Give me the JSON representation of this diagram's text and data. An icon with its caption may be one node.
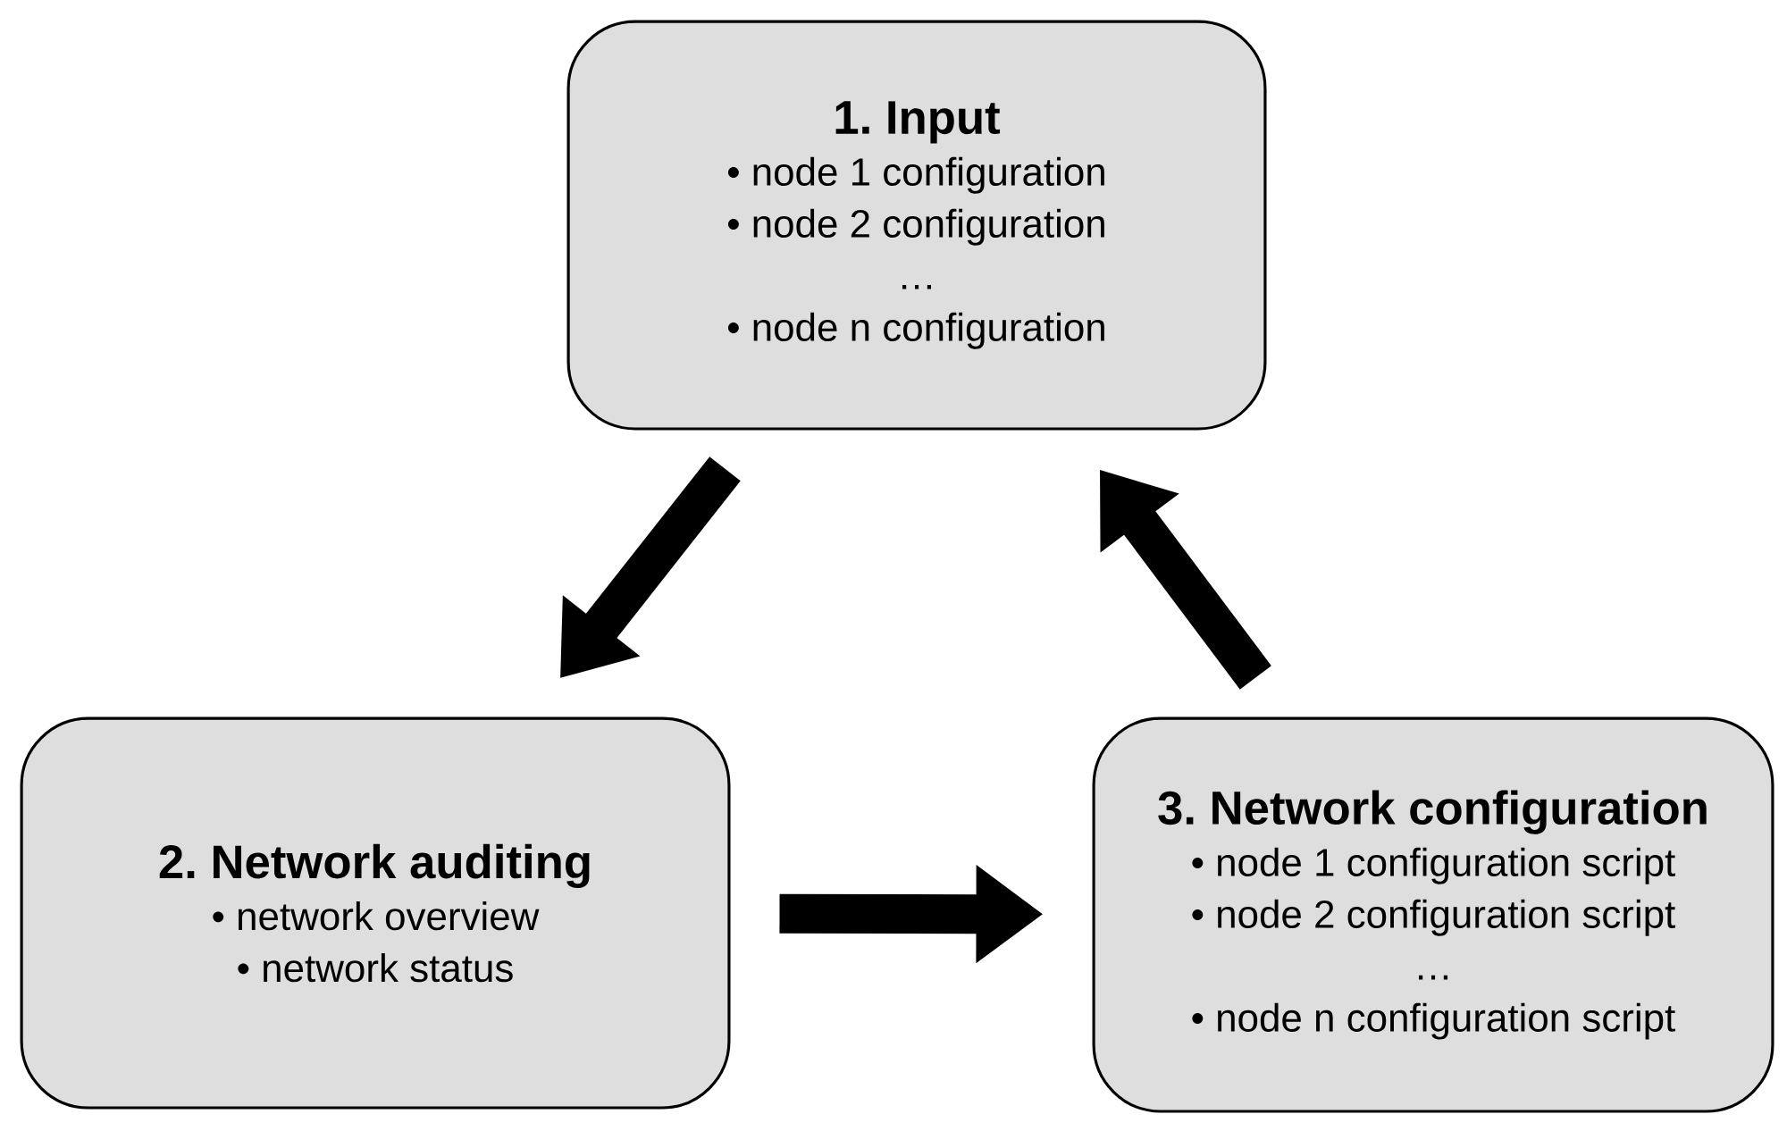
{
  "diagram": {
    "nodes": [
      {
        "text": [
          "1. Input",
          "• node 1 configuration",
          "• node 2 configuration",
          "…",
          "• node n configuration"
        ]
      },
      {
        "text": [
          "2. Network auditing",
          "• network overview",
          "• network status"
        ]
      },
      {
        "text": [
          "3. Network configuration",
          "• node 1 configuration script",
          "• node 2 configuration script",
          "…",
          "• node n configuration script"
        ]
      }
    ],
    "edges": [
      {
        "from": 0,
        "to": 1,
        "arrow": "to"
      },
      {
        "from": 1,
        "to": 2,
        "arrow": "to"
      },
      {
        "from": 2,
        "to": 0,
        "arrow": "to"
      }
    ]
  }
}
